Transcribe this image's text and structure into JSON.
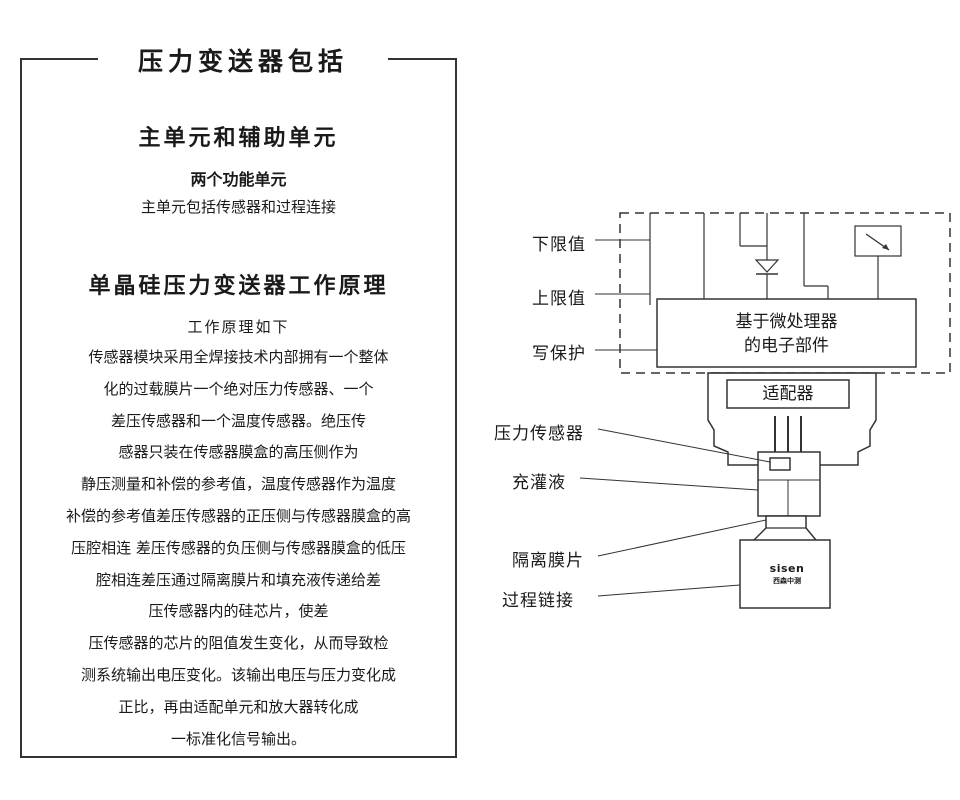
{
  "panel": {
    "title": "压力变送器包括",
    "section1_title": "主单元和辅助单元",
    "section1_subtitle": "两个功能单元",
    "section1_text": "主单元包括传感器和过程连接",
    "section2_title": "单晶硅压力变送器工作原理",
    "section2_subtitle": "工作原理如下",
    "paragraph_lines": [
      "传感器模块采用全焊接技术内部拥有一个整体",
      "化的过载膜片一个绝对压力传感器、一个",
      "差压传感器和一个温度传感器。绝压传",
      "感器只装在传感器膜盒的高压侧作为",
      "静压测量和补偿的参考值，温度传感器作为温度",
      "补偿的参考值差压传感器的正压侧与传感器膜盒的高",
      "压腔相连 差压传感器的负压侧与传感器膜盒的低压",
      "腔相连差压通过隔离膜片和填充液传递给差",
      "压传感器内的硅芯片，使差",
      "压传感器的芯片的阻值发生变化，从而导致检",
      "测系统输出电压变化。该输出电压与压力变化成",
      "正比，再由适配单元和放大器转化成",
      "一标准化信号输出。"
    ]
  },
  "diagram": {
    "labels": {
      "lower_limit": "下限值",
      "upper_limit": "上限值",
      "write_protect": "写保护",
      "pressure_sensor": "压力传感器",
      "fill_fluid": "充灌液",
      "isolation_diaphragm": "隔离膜片",
      "process_connection": "过程链接"
    },
    "electronics_line1": "基于微处理器",
    "electronics_line2": "的电子部件",
    "adapter": "适配器",
    "brand": "SISEN",
    "brand_cn": "西森中测"
  }
}
